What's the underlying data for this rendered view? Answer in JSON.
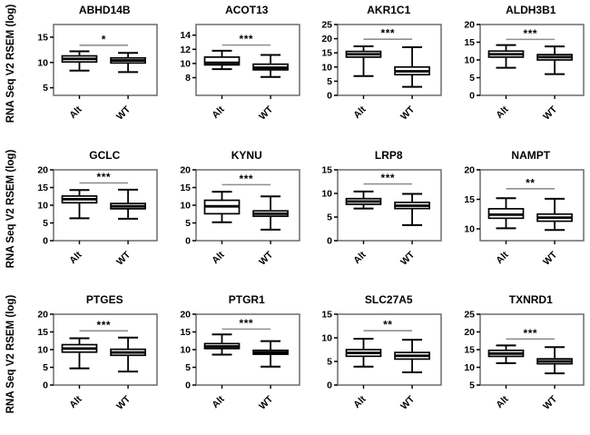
{
  "figure": {
    "ylabel": "RNA Seq V2 RSEM (log)",
    "categories": [
      "Alt",
      "WT"
    ],
    "colors": {
      "box_stroke": "#000000",
      "box_fill": "#ffffff",
      "frame": "#6b6b6b",
      "sig_line": "#8f8f8f",
      "text": "#000000"
    }
  },
  "chart_data": [
    {
      "type": "box",
      "title": "ABHD14B",
      "significance": "*",
      "sig_line_y": 13.4,
      "ylim": [
        3.5,
        17.5
      ],
      "yticks": [
        5,
        10,
        15
      ],
      "categories": [
        "Alt",
        "WT"
      ],
      "series": [
        {
          "name": "Alt",
          "whisker_low": 8.4,
          "q1": 10.1,
          "median": 10.7,
          "q3": 11.3,
          "whisker_high": 12.2
        },
        {
          "name": "WT",
          "whisker_low": 8.1,
          "q1": 9.9,
          "median": 10.4,
          "q3": 10.9,
          "whisker_high": 11.9
        }
      ]
    },
    {
      "type": "box",
      "title": "ACOT13",
      "significance": "***",
      "sig_line_y": 12.6,
      "ylim": [
        5.5,
        15.5
      ],
      "yticks": [
        8,
        10,
        12,
        14
      ],
      "categories": [
        "Alt",
        "WT"
      ],
      "series": [
        {
          "name": "Alt",
          "whisker_low": 9.2,
          "q1": 9.8,
          "median": 10.1,
          "q3": 10.9,
          "whisker_high": 11.8
        },
        {
          "name": "WT",
          "whisker_low": 8.1,
          "q1": 9.1,
          "median": 9.4,
          "q3": 9.9,
          "whisker_high": 11.2
        }
      ]
    },
    {
      "type": "box",
      "title": "AKR1C1",
      "significance": "***",
      "sig_line_y": 19.8,
      "ylim": [
        0,
        25
      ],
      "yticks": [
        0,
        5,
        10,
        15,
        20,
        25
      ],
      "categories": [
        "Alt",
        "WT"
      ],
      "series": [
        {
          "name": "Alt",
          "whisker_low": 6.8,
          "q1": 13.5,
          "median": 14.5,
          "q3": 15.5,
          "whisker_high": 17.3
        },
        {
          "name": "WT",
          "whisker_low": 3.0,
          "q1": 7.3,
          "median": 8.5,
          "q3": 10.0,
          "whisker_high": 17.0
        }
      ]
    },
    {
      "type": "box",
      "title": "ALDH3B1",
      "significance": "***",
      "sig_line_y": 15.8,
      "ylim": [
        0,
        20
      ],
      "yticks": [
        0,
        5,
        10,
        15,
        20
      ],
      "categories": [
        "Alt",
        "WT"
      ],
      "series": [
        {
          "name": "Alt",
          "whisker_low": 7.8,
          "q1": 10.8,
          "median": 11.6,
          "q3": 12.5,
          "whisker_high": 14.2
        },
        {
          "name": "WT",
          "whisker_low": 6.0,
          "q1": 10.0,
          "median": 10.8,
          "q3": 11.5,
          "whisker_high": 13.8
        }
      ]
    },
    {
      "type": "box",
      "title": "GCLC",
      "significance": "***",
      "sig_line_y": 16.3,
      "ylim": [
        0,
        20
      ],
      "yticks": [
        0,
        5,
        10,
        15,
        20
      ],
      "categories": [
        "Alt",
        "WT"
      ],
      "series": [
        {
          "name": "Alt",
          "whisker_low": 6.3,
          "q1": 10.7,
          "median": 11.7,
          "q3": 12.6,
          "whisker_high": 14.3
        },
        {
          "name": "WT",
          "whisker_low": 6.2,
          "q1": 9.0,
          "median": 9.7,
          "q3": 10.5,
          "whisker_high": 14.4
        }
      ]
    },
    {
      "type": "box",
      "title": "KYNU",
      "significance": "***",
      "sig_line_y": 15.8,
      "ylim": [
        0,
        20
      ],
      "yticks": [
        0,
        5,
        10,
        15,
        20
      ],
      "categories": [
        "Alt",
        "WT"
      ],
      "series": [
        {
          "name": "Alt",
          "whisker_low": 5.2,
          "q1": 7.6,
          "median": 9.7,
          "q3": 11.4,
          "whisker_high": 13.8
        },
        {
          "name": "WT",
          "whisker_low": 3.1,
          "q1": 6.9,
          "median": 7.6,
          "q3": 8.4,
          "whisker_high": 12.5
        }
      ]
    },
    {
      "type": "box",
      "title": "LRP8",
      "significance": "***",
      "sig_line_y": 12.0,
      "ylim": [
        0,
        15
      ],
      "yticks": [
        0,
        5,
        10,
        15
      ],
      "categories": [
        "Alt",
        "WT"
      ],
      "series": [
        {
          "name": "Alt",
          "whisker_low": 6.8,
          "q1": 7.7,
          "median": 8.3,
          "q3": 8.9,
          "whisker_high": 10.4
        },
        {
          "name": "WT",
          "whisker_low": 3.3,
          "q1": 6.8,
          "median": 7.4,
          "q3": 8.1,
          "whisker_high": 9.9
        }
      ]
    },
    {
      "type": "box",
      "title": "NAMPT",
      "significance": "**",
      "sig_line_y": 16.8,
      "ylim": [
        8,
        20
      ],
      "yticks": [
        10,
        15,
        20
      ],
      "categories": [
        "Alt",
        "WT"
      ],
      "series": [
        {
          "name": "Alt",
          "whisker_low": 10.1,
          "q1": 11.8,
          "median": 12.4,
          "q3": 13.4,
          "whisker_high": 15.2
        },
        {
          "name": "WT",
          "whisker_low": 9.8,
          "q1": 11.3,
          "median": 11.9,
          "q3": 12.5,
          "whisker_high": 15.1
        }
      ]
    },
    {
      "type": "box",
      "title": "PTGES",
      "significance": "***",
      "sig_line_y": 15.3,
      "ylim": [
        0,
        20
      ],
      "yticks": [
        0,
        5,
        10,
        15,
        20
      ],
      "categories": [
        "Alt",
        "WT"
      ],
      "series": [
        {
          "name": "Alt",
          "whisker_low": 4.7,
          "q1": 9.3,
          "median": 10.3,
          "q3": 11.4,
          "whisker_high": 13.2
        },
        {
          "name": "WT",
          "whisker_low": 3.8,
          "q1": 8.4,
          "median": 9.2,
          "q3": 10.1,
          "whisker_high": 13.4
        }
      ]
    },
    {
      "type": "box",
      "title": "PTGR1",
      "significance": "***",
      "sig_line_y": 15.8,
      "ylim": [
        0,
        20
      ],
      "yticks": [
        0,
        5,
        10,
        15,
        20
      ],
      "categories": [
        "Alt",
        "WT"
      ],
      "series": [
        {
          "name": "Alt",
          "whisker_low": 8.6,
          "q1": 10.3,
          "median": 10.9,
          "q3": 11.7,
          "whisker_high": 14.3
        },
        {
          "name": "WT",
          "whisker_low": 5.2,
          "q1": 8.7,
          "median": 9.2,
          "q3": 9.8,
          "whisker_high": 12.4
        }
      ]
    },
    {
      "type": "box",
      "title": "SLC27A5",
      "significance": "**",
      "sig_line_y": 11.5,
      "ylim": [
        0,
        15
      ],
      "yticks": [
        0,
        5,
        10,
        15
      ],
      "categories": [
        "Alt",
        "WT"
      ],
      "series": [
        {
          "name": "Alt",
          "whisker_low": 3.9,
          "q1": 6.1,
          "median": 6.8,
          "q3": 7.5,
          "whisker_high": 9.8
        },
        {
          "name": "WT",
          "whisker_low": 2.7,
          "q1": 5.5,
          "median": 6.2,
          "q3": 6.9,
          "whisker_high": 9.6
        }
      ]
    },
    {
      "type": "box",
      "title": "TXNRD1",
      "significance": "***",
      "sig_line_y": 18.0,
      "ylim": [
        5,
        25
      ],
      "yticks": [
        5,
        10,
        15,
        20,
        25
      ],
      "categories": [
        "Alt",
        "WT"
      ],
      "series": [
        {
          "name": "Alt",
          "whisker_low": 11.2,
          "q1": 13.1,
          "median": 13.9,
          "q3": 14.8,
          "whisker_high": 16.2
        },
        {
          "name": "WT",
          "whisker_low": 8.3,
          "q1": 11.0,
          "median": 11.7,
          "q3": 12.4,
          "whisker_high": 15.7
        }
      ]
    }
  ]
}
